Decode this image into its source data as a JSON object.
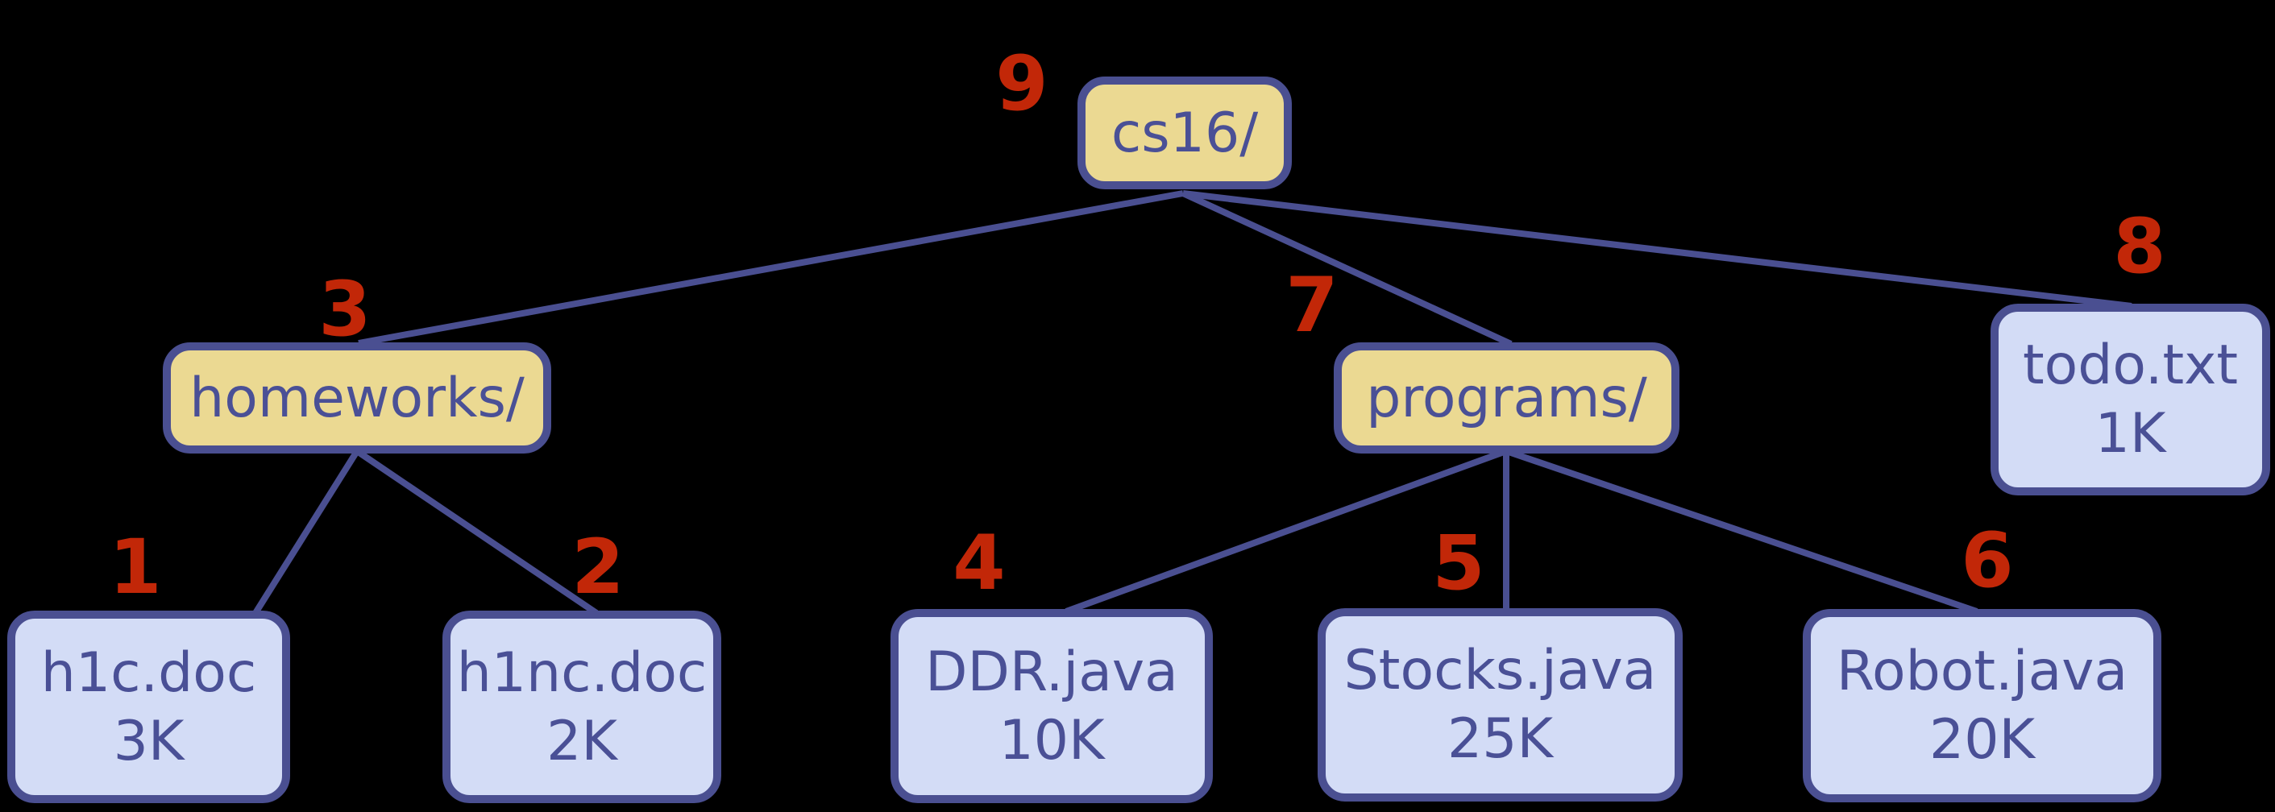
{
  "colors": {
    "background": "#000000",
    "directory_fill": "#EBD992",
    "file_fill": "#D3DCF6",
    "stroke": "#4A4F91",
    "label_text": "#4A5096",
    "number_text": "#C22708"
  },
  "nodes": [
    {
      "id": "cs16",
      "kind": "directory",
      "label": "cs16/",
      "number": "9"
    },
    {
      "id": "homeworks",
      "kind": "directory",
      "label": "homeworks/",
      "number": "3"
    },
    {
      "id": "programs",
      "kind": "directory",
      "label": "programs/",
      "number": "7"
    },
    {
      "id": "todo-txt",
      "kind": "file",
      "label": "todo.txt",
      "size": "1K",
      "number": "8"
    },
    {
      "id": "h1c-doc",
      "kind": "file",
      "label": "h1c.doc",
      "size": "3K",
      "number": "1"
    },
    {
      "id": "h1nc-doc",
      "kind": "file",
      "label": "h1nc.doc",
      "size": "2K",
      "number": "2"
    },
    {
      "id": "ddr-java",
      "kind": "file",
      "label": "DDR.java",
      "size": "10K",
      "number": "4"
    },
    {
      "id": "stocks-java",
      "kind": "file",
      "label": "Stocks.java",
      "size": "25K",
      "number": "5"
    },
    {
      "id": "robot-java",
      "kind": "file",
      "label": "Robot.java",
      "size": "20K",
      "number": "6"
    }
  ],
  "edges": [
    {
      "from": "cs16/",
      "to": "homeworks/"
    },
    {
      "from": "cs16/",
      "to": "programs/"
    },
    {
      "from": "cs16/",
      "to": "todo.txt"
    },
    {
      "from": "homeworks/",
      "to": "h1c.doc"
    },
    {
      "from": "homeworks/",
      "to": "h1nc.doc"
    },
    {
      "from": "programs/",
      "to": "DDR.java"
    },
    {
      "from": "programs/",
      "to": "Stocks.java"
    },
    {
      "from": "programs/",
      "to": "Robot.java"
    }
  ]
}
